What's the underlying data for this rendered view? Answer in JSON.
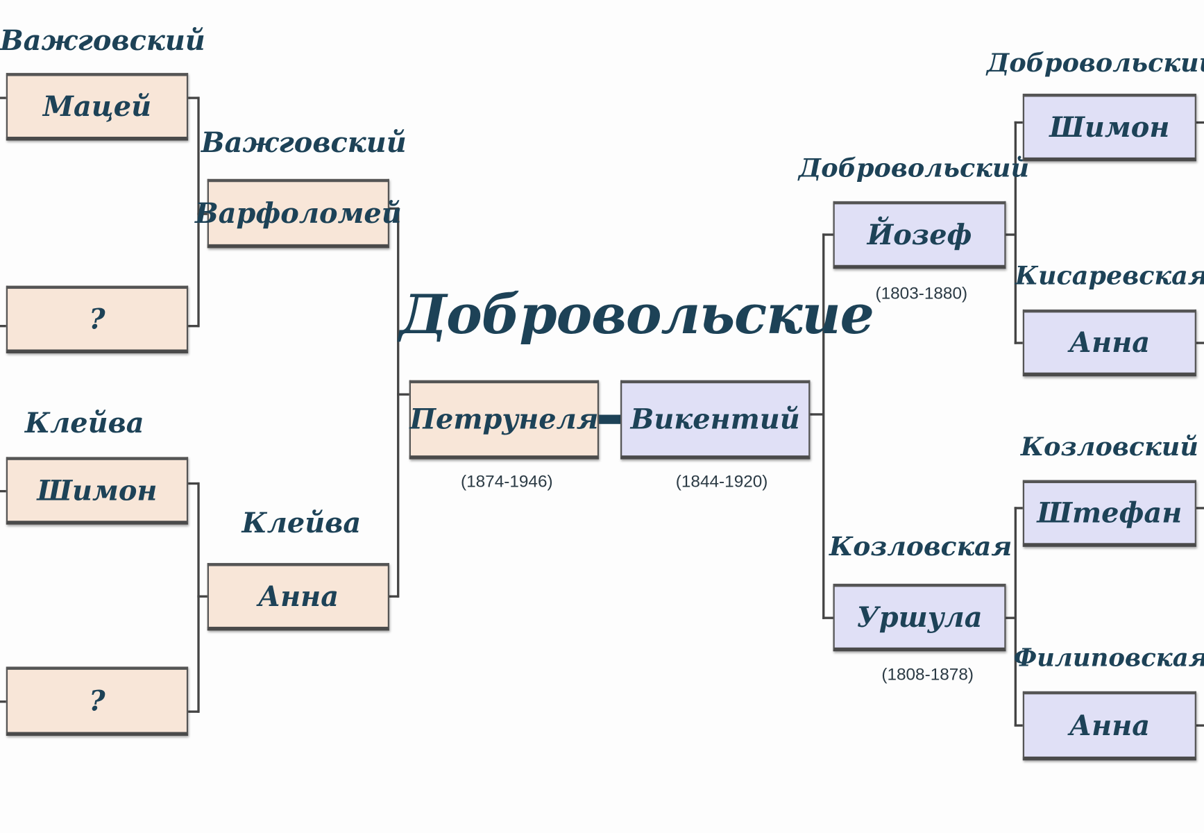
{
  "title": "Добровольские",
  "couple": {
    "wife": {
      "name": "Петрунеля",
      "years": "(1874-1946)"
    },
    "husband": {
      "name": "Викентий",
      "years": "(1844-1920)"
    }
  },
  "wife_side": {
    "father": {
      "surname": "Важговский",
      "name": "Варфоломей"
    },
    "mother": {
      "surname": "Клейва",
      "name": "Анна"
    },
    "father_father": {
      "surname": "Важговский",
      "name": "Мацей"
    },
    "father_mother": {
      "name": "?"
    },
    "mother_father": {
      "surname": "Клейва",
      "name": "Шимон"
    },
    "mother_mother": {
      "name": "?"
    }
  },
  "husband_side": {
    "father": {
      "surname": "Добровольский",
      "name": "Йозеф",
      "years": "(1803-1880)"
    },
    "mother": {
      "surname": "Козловская",
      "name": "Уршула",
      "years": "(1808-1878)"
    },
    "father_father": {
      "surname": "Добровольский",
      "name": "Шимон"
    },
    "father_mother": {
      "surname": "Кисаревская",
      "name": "Анна"
    },
    "mother_father": {
      "surname": "Козловский",
      "name": "Штефан"
    },
    "mother_mother": {
      "surname": "Филиповская",
      "name": "Анна"
    }
  },
  "colors": {
    "female": "#f8e6d8",
    "male": "#e0e0f6",
    "text": "#1d4257"
  }
}
